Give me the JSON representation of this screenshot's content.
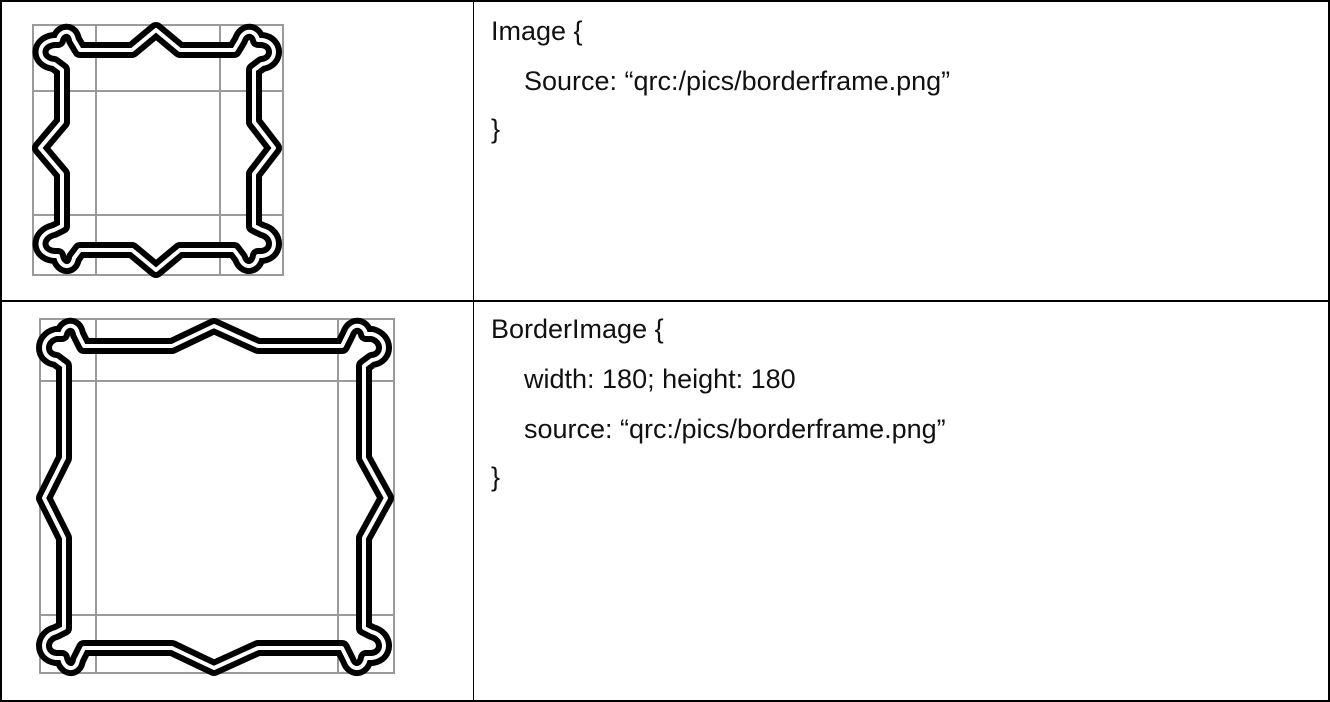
{
  "rows": [
    {
      "image": {
        "name": "borderframe-original-illustration"
      },
      "code": [
        "Image {",
        "Source: “qrc:/pics/borderframe.png”",
        "}"
      ]
    },
    {
      "image": {
        "name": "borderframe-stretched-illustration"
      },
      "code": [
        "BorderImage {",
        "width: 180; height: 180",
        "source: “qrc:/pics/borderframe.png”",
        "}"
      ]
    }
  ]
}
